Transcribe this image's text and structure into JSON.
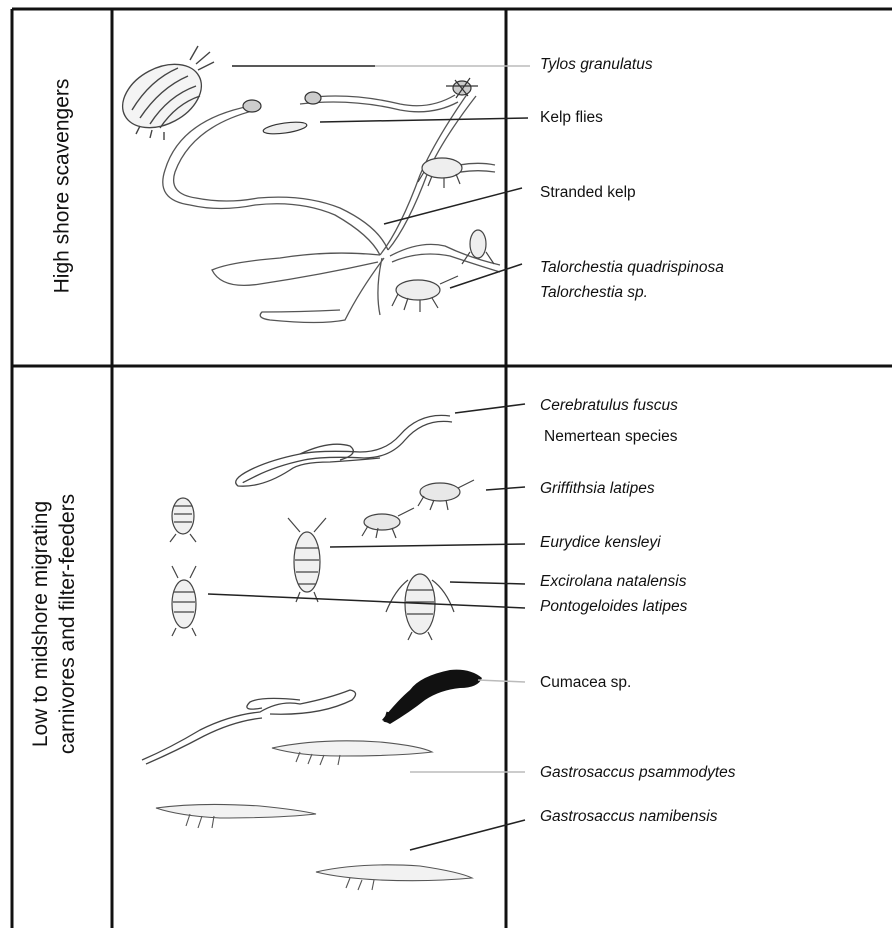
{
  "sections": [
    {
      "label": "High shore scavengers",
      "items": [
        {
          "text": "Tylos granulatus",
          "italic": true
        },
        {
          "text": "Kelp flies",
          "italic": false
        },
        {
          "text": "Stranded kelp",
          "italic": false
        },
        {
          "text": "Talorchestia quadrispinosa",
          "italic": true
        },
        {
          "text": "Talorchestia sp.",
          "italic": true
        }
      ]
    },
    {
      "label_line1": "Low to midshore migrating",
      "label_line2": "carnivores and filter-feeders",
      "items": [
        {
          "text": "Cerebratulus fuscus",
          "italic": true
        },
        {
          "text": "Nemertean species",
          "italic": false
        },
        {
          "text": "Griffithsia latipes",
          "italic": true
        },
        {
          "text": "Eurydice kensleyi",
          "italic": true
        },
        {
          "text": "Excirolana natalensis",
          "italic": true
        },
        {
          "text": "Pontogeloides latipes",
          "italic": true
        },
        {
          "text": "Cumacea sp.",
          "italic": false
        },
        {
          "text": "Gastrosaccus psammodytes",
          "italic": true
        },
        {
          "text": "Gastrosaccus namibensis",
          "italic": true
        }
      ]
    }
  ]
}
